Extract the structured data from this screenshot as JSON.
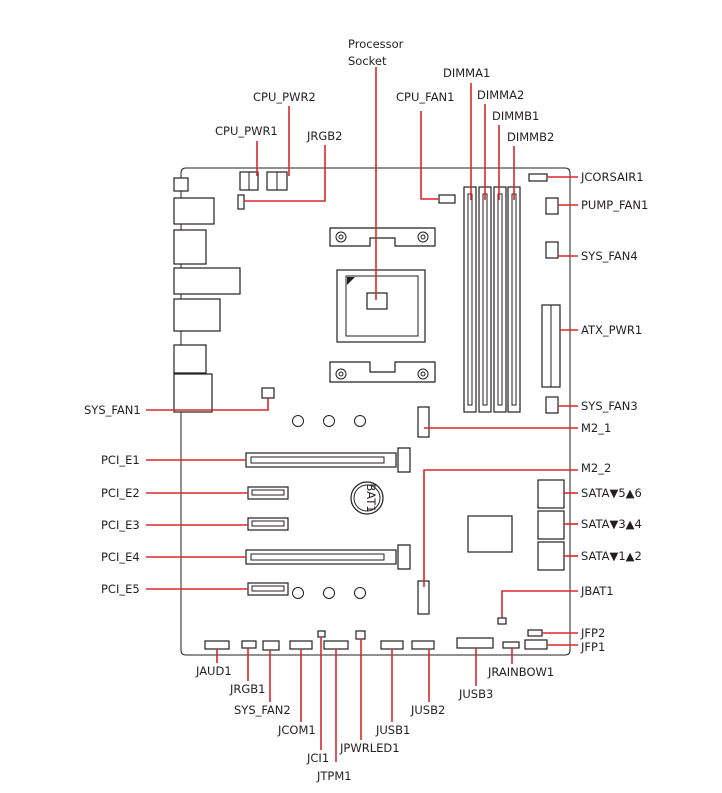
{
  "labels": {
    "processor_socket_line1": "Processor",
    "processor_socket_line2": "Socket",
    "dimma1": "DIMMA1",
    "dimma2": "DIMMA2",
    "dimmb1": "DIMMB1",
    "dimmb2": "DIMMB2",
    "cpu_fan1": "CPU_FAN1",
    "cpu_pwr2": "CPU_PWR2",
    "cpu_pwr1": "CPU_PWR1",
    "jrgb2": "JRGB2",
    "jcorsair1": "JCORSAIR1",
    "pump_fan1": "PUMP_FAN1",
    "sys_fan4": "SYS_FAN4",
    "atx_pwr1": "ATX_PWR1",
    "sys_fan3": "SYS_FAN3",
    "m2_1": "M2_1",
    "m2_2": "M2_2",
    "sata56": "SATA▼5▲6",
    "sata34": "SATA▼3▲4",
    "sata12": "SATA▼1▲2",
    "jbat1": "JBAT1",
    "jfp2": "JFP2",
    "jfp1": "JFP1",
    "sys_fan1": "SYS_FAN1",
    "pci_e1": "PCI_E1",
    "pci_e2": "PCI_E2",
    "pci_e3": "PCI_E3",
    "pci_e4": "PCI_E4",
    "pci_e5": "PCI_E5",
    "jaud1": "JAUD1",
    "jrgb1": "JRGB1",
    "sys_fan2": "SYS_FAN2",
    "jcom1": "JCOM1",
    "jci1": "JCI1",
    "jtpm1": "JTPM1",
    "jpwrled1": "JPWRLED1",
    "jusb1": "JUSB1",
    "jusb2": "JUSB2",
    "jusb3": "JUSB3",
    "jrainbow1": "JRAINBOW1",
    "battery": "BAT1"
  },
  "colors": {
    "leader": "#d7282f",
    "outline": "#231f20"
  }
}
